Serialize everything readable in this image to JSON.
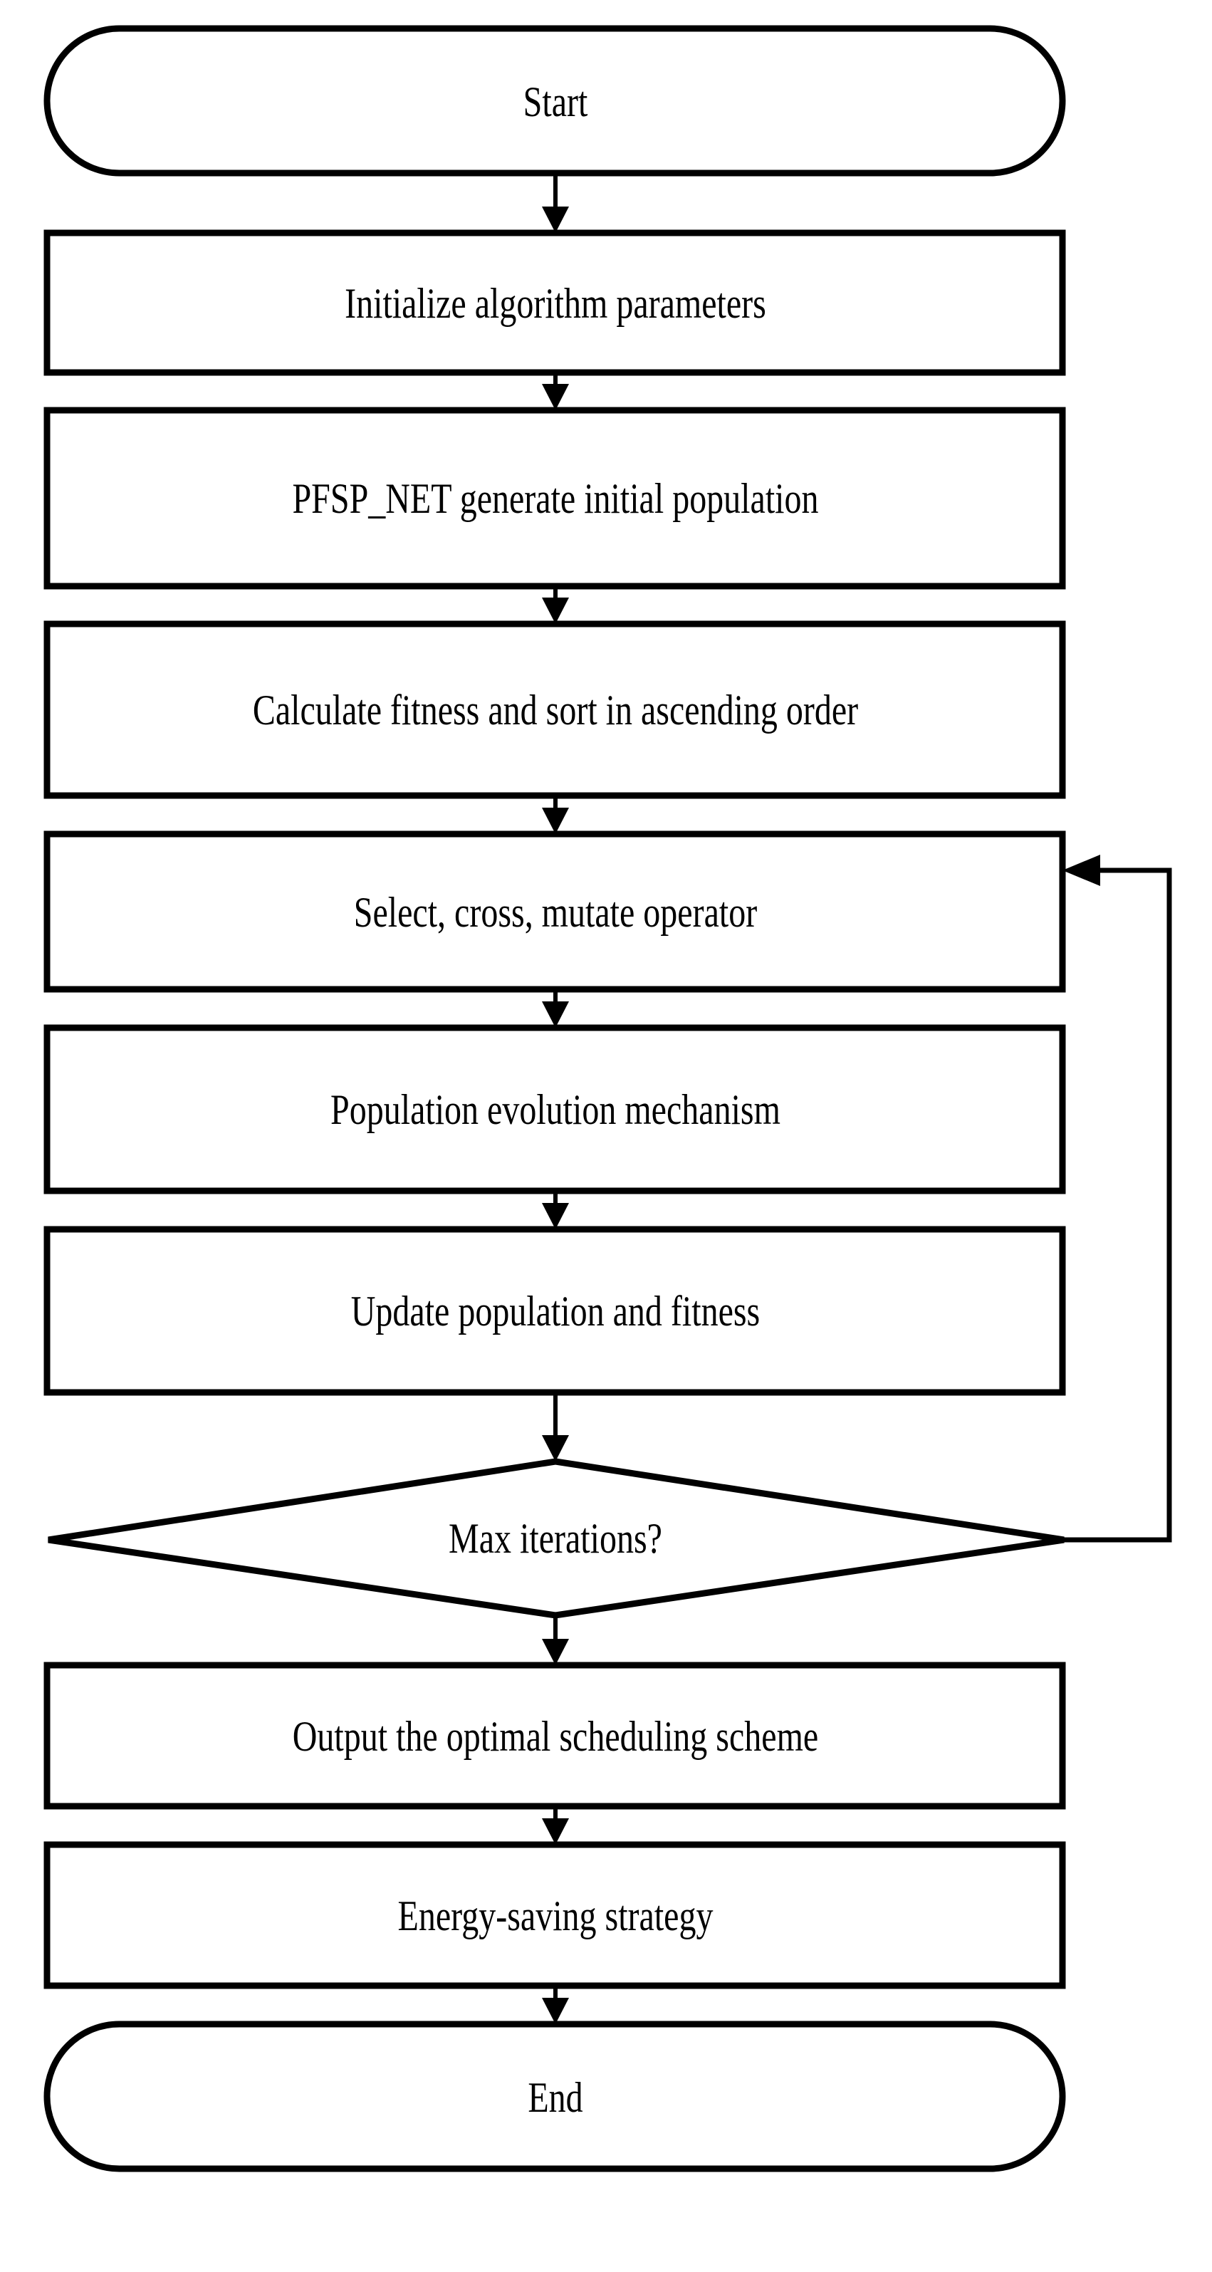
{
  "diagram": {
    "title": "Algorithm flowchart",
    "type": "flowchart",
    "background_color": "#ffffff",
    "stroke_color": "#000000",
    "nodes": [
      {
        "id": "start",
        "shape": "terminator",
        "label": "Start"
      },
      {
        "id": "init",
        "shape": "process",
        "label": "Initialize algorithm parameters"
      },
      {
        "id": "genpop",
        "shape": "process",
        "label": "PFSP_NET generate initial population"
      },
      {
        "id": "fitness",
        "shape": "process",
        "label": "Calculate fitness and sort in ascending order"
      },
      {
        "id": "operators",
        "shape": "process",
        "label": "Select, cross, mutate operator"
      },
      {
        "id": "evolution",
        "shape": "process",
        "label": "Population evolution mechanism"
      },
      {
        "id": "update",
        "shape": "process",
        "label": "Update population and fitness"
      },
      {
        "id": "maxiter",
        "shape": "decision",
        "label": "Max iterations?"
      },
      {
        "id": "output",
        "shape": "process",
        "label": "Output the optimal scheduling scheme"
      },
      {
        "id": "energy",
        "shape": "process",
        "label": "Energy-saving strategy"
      },
      {
        "id": "end",
        "shape": "terminator",
        "label": "End"
      }
    ],
    "edges": [
      {
        "from": "start",
        "to": "init",
        "label": "",
        "style": "straight-down"
      },
      {
        "from": "init",
        "to": "genpop",
        "label": "",
        "style": "straight-down"
      },
      {
        "from": "genpop",
        "to": "fitness",
        "label": "",
        "style": "straight-down"
      },
      {
        "from": "fitness",
        "to": "operators",
        "label": "",
        "style": "straight-down"
      },
      {
        "from": "operators",
        "to": "evolution",
        "label": "",
        "style": "straight-down"
      },
      {
        "from": "evolution",
        "to": "update",
        "label": "",
        "style": "straight-down"
      },
      {
        "from": "update",
        "to": "maxiter",
        "label": "",
        "style": "straight-down"
      },
      {
        "from": "maxiter",
        "to": "output",
        "label": "",
        "style": "straight-down"
      },
      {
        "from": "maxiter",
        "to": "operators",
        "label": "",
        "style": "feedback-right-loop"
      },
      {
        "from": "output",
        "to": "energy",
        "label": "",
        "style": "straight-down"
      },
      {
        "from": "energy",
        "to": "end",
        "label": "",
        "style": "straight-down"
      }
    ]
  }
}
